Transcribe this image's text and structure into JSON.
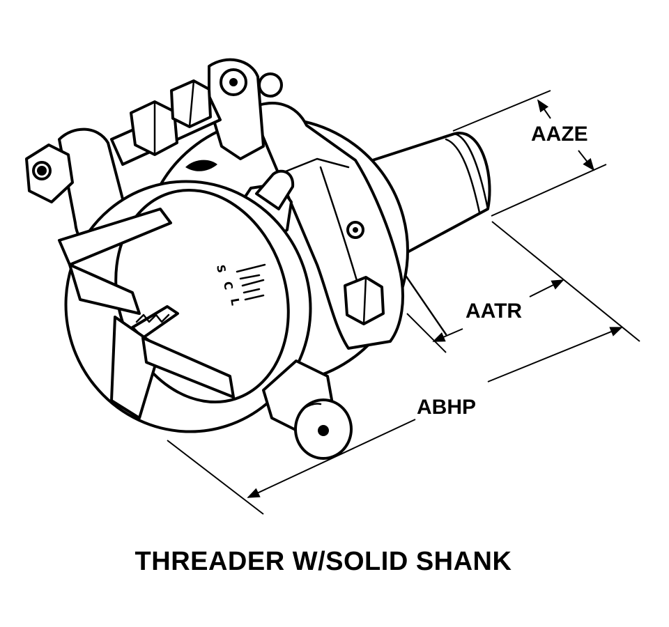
{
  "diagram": {
    "title": "THREADER W/SOLID SHANK",
    "dimensions": {
      "shank_diameter": "AAZE",
      "shank_length": "AATR",
      "overall_length": "ABHP"
    },
    "dial_marks": [
      "S",
      "C",
      "L"
    ]
  }
}
